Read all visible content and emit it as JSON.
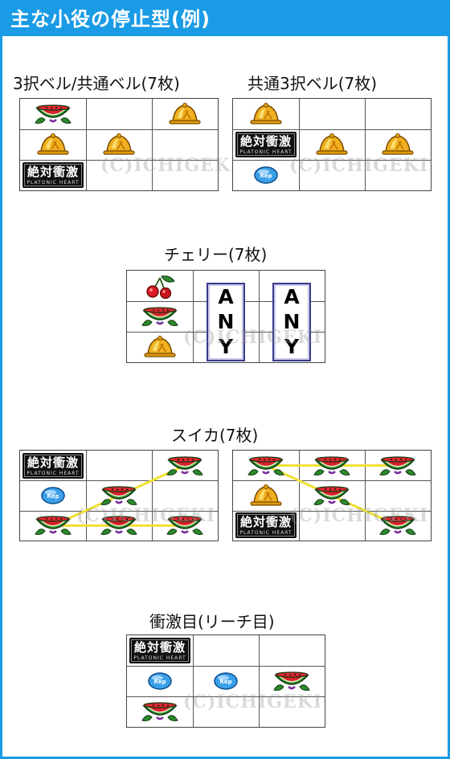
{
  "header": {
    "title": "主な小役の停止型(例)"
  },
  "watermark": "(C)ICHIGEKI",
  "symbols": {
    "logo_text": "絶対衝激",
    "logo_sub": "PLATONIC HEART",
    "replay_text": "Rep",
    "any_letters": [
      "A",
      "N",
      "Y"
    ]
  },
  "sections": {
    "bell_3": {
      "title": "3択ベル/共通ベル(7枚)"
    },
    "bell_common": {
      "title": "共通3択ベル(7枚)"
    },
    "cherry": {
      "title": "チェリー(7枚)"
    },
    "suika": {
      "title": "スイカ(7枚)"
    },
    "reach": {
      "title": "衝激目(リーチ目)"
    }
  },
  "colors": {
    "accent": "#1a9be6",
    "line": "#f0e030"
  }
}
